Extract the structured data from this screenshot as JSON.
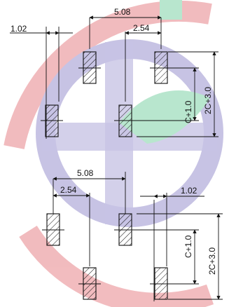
{
  "diagram": {
    "top": {
      "dim_pitch_big": "5.08",
      "dim_pitch_small": "2.54",
      "dim_pad_width": "1.02",
      "dim_row_offset": "C+1.0",
      "dim_row_span": "2C+3.0"
    },
    "bottom": {
      "dim_pitch_big": "5.08",
      "dim_pitch_small": "2.54",
      "dim_pad_width": "1.02",
      "dim_row_offset": "C+1.0",
      "dim_row_span": "2C+3.0"
    },
    "colors": {
      "line": "#111111",
      "watermark_red": "#e7858a",
      "watermark_blue": "#9b93cf",
      "watermark_green": "#7fd3a7"
    }
  }
}
